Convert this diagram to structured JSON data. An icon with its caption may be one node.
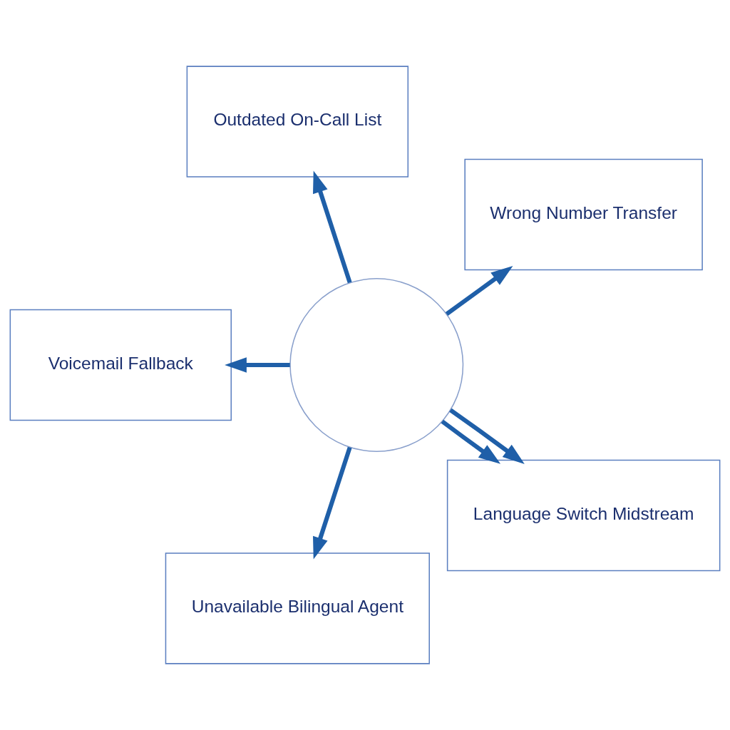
{
  "diagram": {
    "nodes": [
      {
        "text": [],
        "shape": "circle"
      },
      {
        "text": [
          "Wrong Number Transfer"
        ]
      },
      {
        "text": [
          "Outdated On-Call List"
        ]
      },
      {
        "text": [
          "Voicemail Fallback"
        ]
      },
      {
        "text": [
          "Unavailable Bilingual Agent"
        ]
      },
      {
        "text": [
          "Language Switch Midstream"
        ]
      }
    ],
    "edges": [
      {
        "from": 0,
        "to": 1,
        "arrow": "to"
      },
      {
        "from": 0,
        "to": 2,
        "arrow": "to"
      },
      {
        "from": 0,
        "to": 3,
        "arrow": "to"
      },
      {
        "from": 0,
        "to": 4,
        "arrow": "to"
      },
      {
        "from": 0,
        "to": 5,
        "arrow": "to"
      },
      {
        "from": 0,
        "to": 5,
        "arrow": "to"
      }
    ]
  }
}
